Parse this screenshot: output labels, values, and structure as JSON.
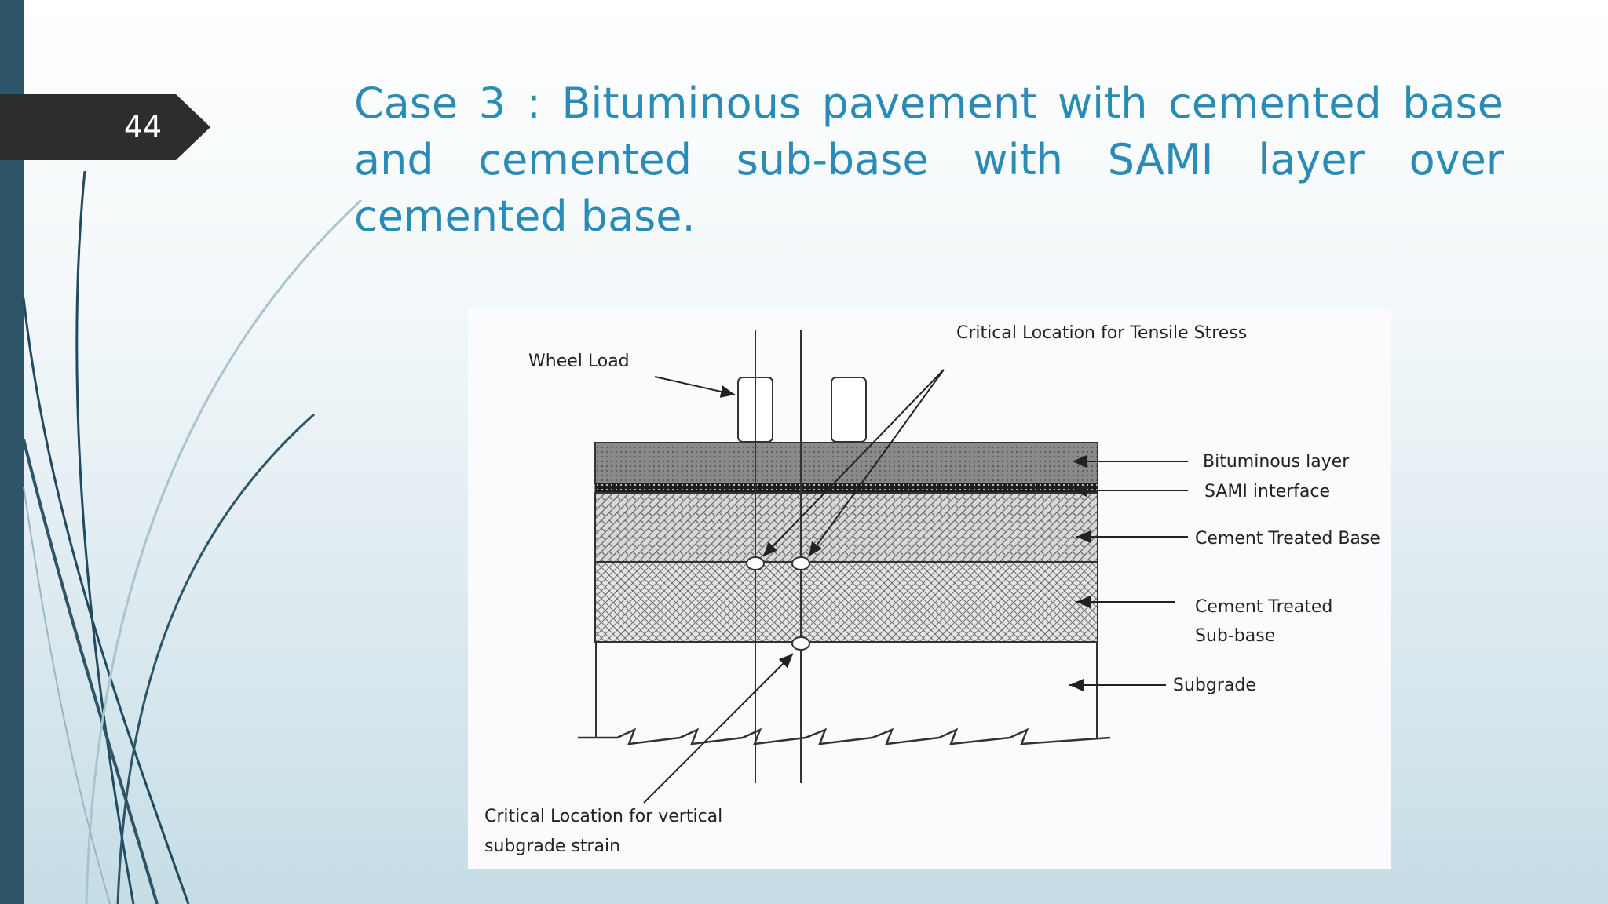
{
  "slide": {
    "page_number": "44",
    "title": "Case 3 : Bituminous pavement with cemented base and cemented sub-base with SAMI layer over cemented base."
  },
  "diagram": {
    "labels": {
      "wheel_load": "Wheel Load",
      "critical_tensile": "Critical Location for Tensile Stress",
      "bituminous_layer": "Bituminous layer",
      "sami_interface": "SAMI interface",
      "cement_treated_base": "Cement Treated Base",
      "cement_treated_subbase_line1": "Cement Treated",
      "cement_treated_subbase_line2": "Sub-base",
      "subgrade": "Subgrade",
      "critical_vertical_line1": "Critical Location for vertical",
      "critical_vertical_line2": "subgrade strain"
    }
  },
  "colors": {
    "title": "#2a8cb6",
    "left_bar": "#2e5468",
    "page_tab": "#2d2d2d"
  }
}
